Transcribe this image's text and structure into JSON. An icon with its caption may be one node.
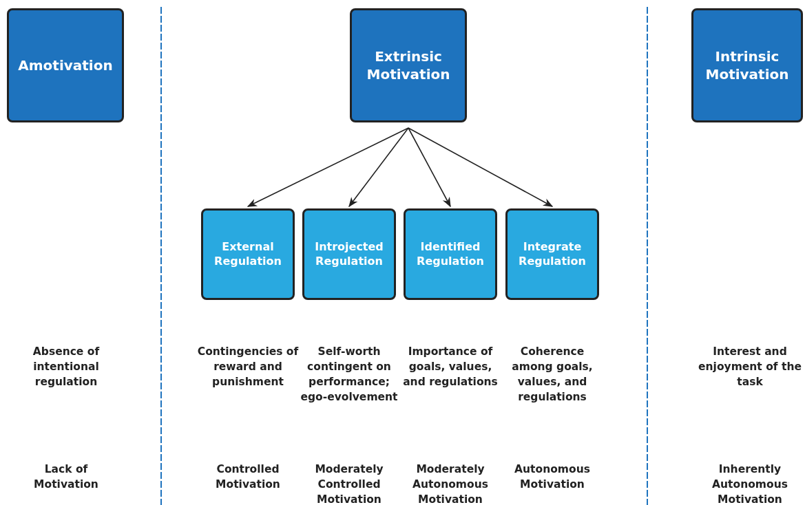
{
  "diagram": {
    "nodes": [
      {
        "text": [
          "Amotivation"
        ]
      },
      {
        "text": [
          "Extrinsic Motivation"
        ]
      },
      {
        "text": [
          "Intrinsic Motivation"
        ]
      },
      {
        "text": [
          "External Regulation"
        ]
      },
      {
        "text": [
          "Introjected Regulation"
        ]
      },
      {
        "text": [
          "Identified Regulation"
        ]
      },
      {
        "text": [
          "Integrate Regulation"
        ]
      }
    ],
    "edges": [
      {
        "from": 1,
        "to": 3,
        "arrow": "to"
      },
      {
        "from": 1,
        "to": 4,
        "arrow": "to"
      },
      {
        "from": 1,
        "to": 5,
        "arrow": "to"
      },
      {
        "from": 1,
        "to": 6,
        "arrow": "to"
      }
    ],
    "labels": [
      "Absence of intentional regulation",
      "Contingencies of reward and punishment",
      "Self-worth contingent on performance; ego-evolvement",
      "Importance of goals, values, and regulations",
      "Coherence among goals, values, and regulations",
      "Interest and enjoyment of the task",
      "Lack of Motivation",
      "Controlled Motivation",
      "Moderately Controlled Motivation",
      "Moderately Autonomous Motivation",
      "Autonomous Motivation",
      "Inherently Autonomous Motivation"
    ]
  }
}
